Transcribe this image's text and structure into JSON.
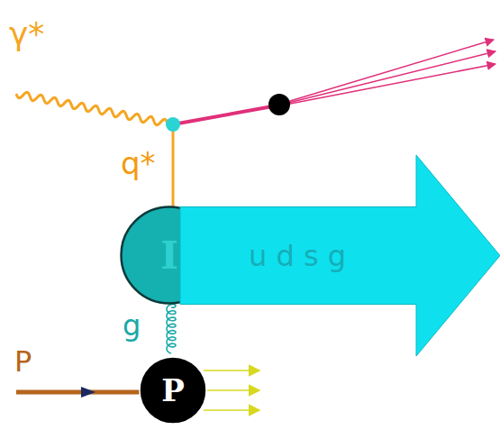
{
  "diagram": {
    "nodes": [
      {
        "text": [
          "I"
        ]
      },
      {
        "text": [
          "u d s g"
        ]
      },
      {
        "text": [
          "P"
        ]
      }
    ],
    "edges": [
      {
        "from": 0,
        "to": 2,
        "arrow": "none",
        "label": "g"
      }
    ],
    "labels": [
      "γ*",
      "q*",
      "P"
    ]
  }
}
